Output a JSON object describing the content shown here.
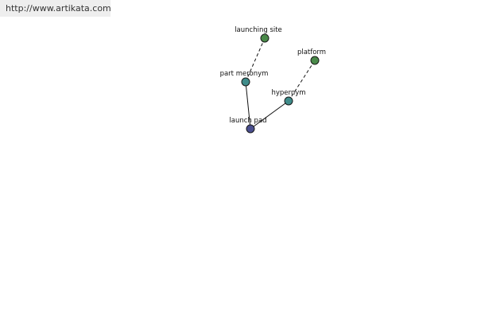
{
  "header": {
    "url": "http://www.artikata.com"
  },
  "graph": {
    "nodes": [
      {
        "id": "launch-pad",
        "label": "launch pad",
        "color": "#4a4f8f"
      },
      {
        "id": "part-meronym",
        "label": "part meronym",
        "color": "#3f8c8a"
      },
      {
        "id": "hypernym",
        "label": "hypernym",
        "color": "#3f8c8a"
      },
      {
        "id": "launching-site",
        "label": "launching site",
        "color": "#4a8a4a"
      },
      {
        "id": "platform",
        "label": "platform",
        "color": "#4a8a4a"
      }
    ],
    "edges": [
      {
        "from": "launch-pad",
        "to": "part-meronym",
        "style": "solid"
      },
      {
        "from": "launch-pad",
        "to": "hypernym",
        "style": "solid"
      },
      {
        "from": "part-meronym",
        "to": "launching-site",
        "style": "dashed"
      },
      {
        "from": "hypernym",
        "to": "platform",
        "style": "dashed"
      }
    ]
  }
}
